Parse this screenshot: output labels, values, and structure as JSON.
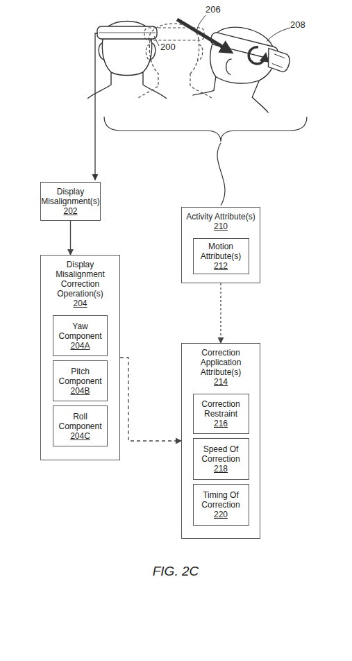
{
  "diagram": {
    "caption": "FIG. 2C",
    "nodes": [
      {
        "text": [
          "Display Misalignment(s)",
          "202"
        ]
      },
      {
        "text": [
          "Display Misalignment Correction Operation(s)",
          "204"
        ]
      },
      {
        "text": [
          "Yaw Component",
          "204A"
        ],
        "in": 1
      },
      {
        "text": [
          "Pitch Component",
          "204B"
        ],
        "in": 1
      },
      {
        "text": [
          "Roll Component",
          "204C"
        ],
        "in": 1
      },
      {
        "text": [
          "Activity Attribute(s)",
          "210"
        ]
      },
      {
        "text": [
          "Motion Attribute(s)",
          "212"
        ],
        "in": 5
      },
      {
        "text": [
          "Correction Application Attribute(s)",
          "214"
        ]
      },
      {
        "text": [
          "Correction Restraint",
          "216"
        ],
        "in": 7
      },
      {
        "text": [
          "Speed Of Correction",
          "218"
        ],
        "in": 7
      },
      {
        "text": [
          "Timing Of Correction",
          "220"
        ],
        "in": 7
      }
    ],
    "edges": [
      {
        "from": 0,
        "to": 1,
        "arrow": "to"
      },
      {
        "from": 1,
        "to": 7,
        "arrow": "to"
      },
      {
        "from": 5,
        "to": 7,
        "arrow": "to"
      }
    ],
    "labels": [
      "200",
      "206",
      "208"
    ]
  }
}
